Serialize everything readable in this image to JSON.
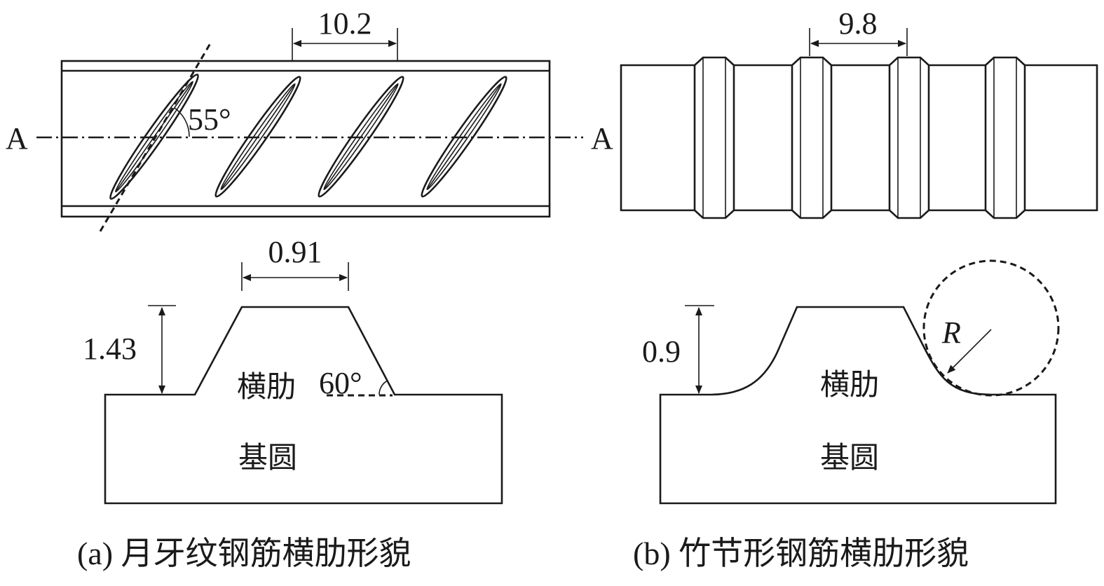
{
  "panel_a": {
    "spacing": "10.2",
    "angle_55": "55°",
    "section_left": "A",
    "section_right": "A",
    "rib_width": "0.91",
    "rib_height": "1.43",
    "angle_60": "60°",
    "rib_label": "横肋",
    "base_label": "基圆",
    "caption": "(a) 月牙纹钢筋横肋形貌"
  },
  "panel_b": {
    "spacing": "9.8",
    "rib_height": "0.9",
    "radius_label": "R",
    "rib_label": "横肋",
    "base_label": "基圆",
    "caption": "(b) 竹节形钢筋横肋形貌"
  }
}
